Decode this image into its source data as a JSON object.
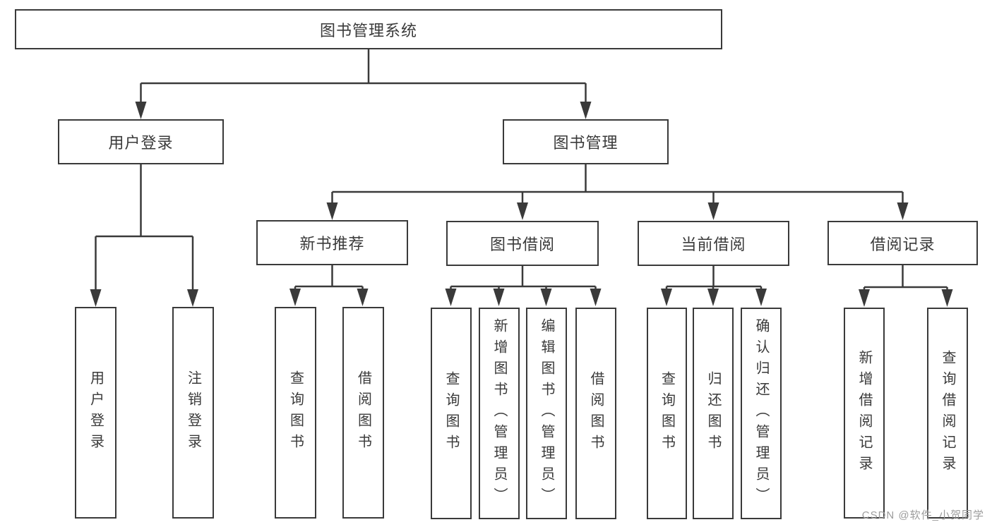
{
  "diagram": {
    "title": "图书管理系统",
    "root": "图书管理系统",
    "level2": [
      {
        "label": "用户登录",
        "children": [
          {
            "label": "用户登录"
          },
          {
            "label": "注销登录"
          }
        ]
      },
      {
        "label": "图书管理",
        "sections": [
          {
            "label": "新书推荐",
            "children": [
              {
                "label": "查询图书"
              },
              {
                "label": "借阅图书"
              }
            ]
          },
          {
            "label": "图书借阅",
            "children": [
              {
                "label": "查询图书"
              },
              {
                "label": "新增图书（管理员）"
              },
              {
                "label": "编辑图书（管理员）"
              },
              {
                "label": "借阅图书"
              }
            ]
          },
          {
            "label": "当前借阅",
            "children": [
              {
                "label": "查询图书"
              },
              {
                "label": "归还图书"
              },
              {
                "label": "确认归还（管理员）"
              }
            ]
          },
          {
            "label": "借阅记录",
            "children": [
              {
                "label": "新增借阅记录"
              },
              {
                "label": "查询借阅记录"
              }
            ]
          }
        ]
      }
    ]
  },
  "watermark": {
    "text": "CSDN @软件_小贺同学"
  },
  "colors": {
    "line": "#3a3a3a",
    "text": "#3a3a3a",
    "box_background": "#ffffff",
    "watermark": "#9c9c9c",
    "background": "#ffffff"
  }
}
